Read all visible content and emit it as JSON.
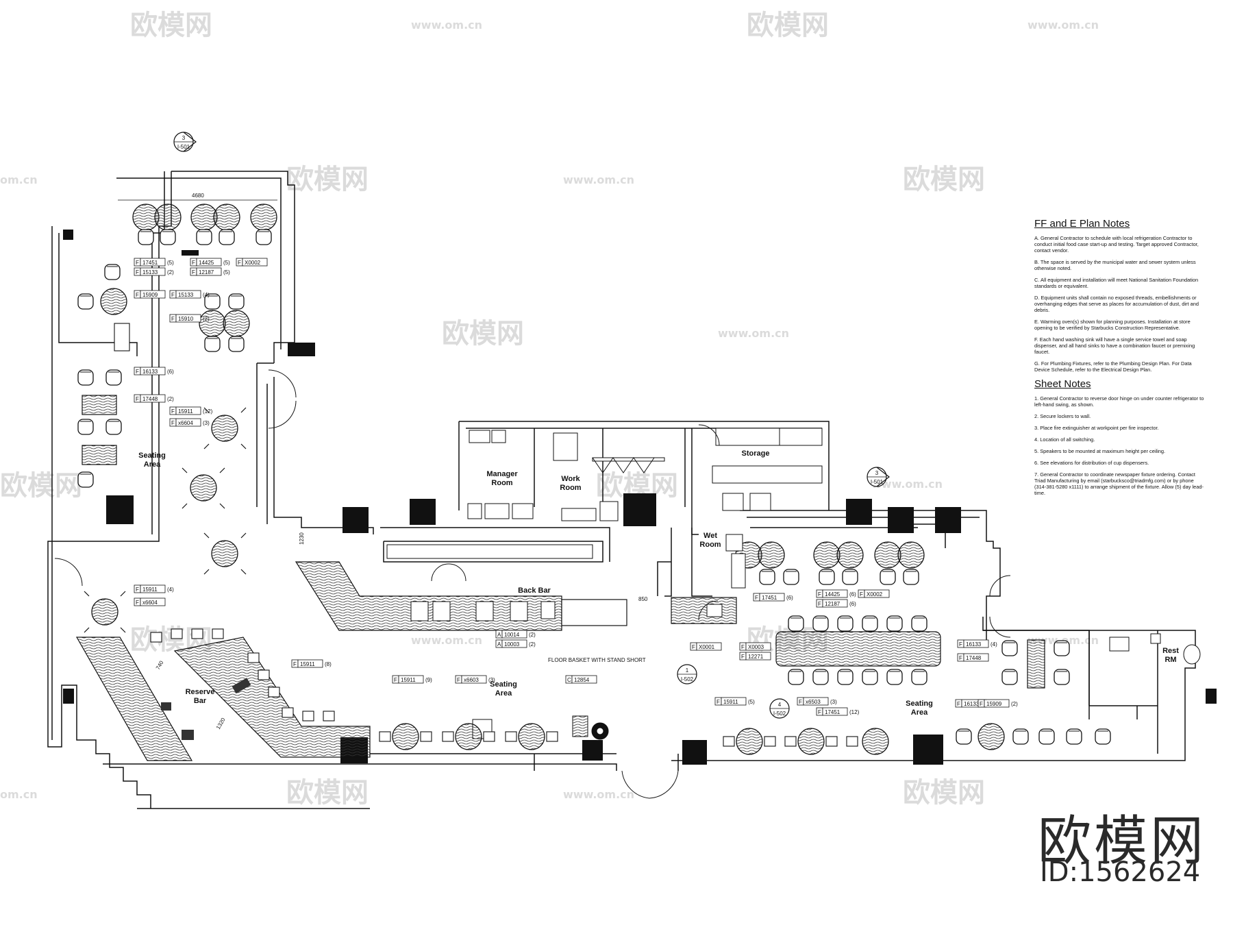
{
  "watermark": {
    "text": "欧模网",
    "url": "www.om.cn",
    "url_short": "om.cn"
  },
  "brand": {
    "name": "欧模网",
    "id": "ID:1562624"
  },
  "rooms": {
    "seating_left": [
      "Seating",
      "Area"
    ],
    "manager": [
      "Manager",
      "Room"
    ],
    "work": [
      "Work",
      "Room"
    ],
    "storage": "Storage",
    "wet": [
      "Wet",
      "Room"
    ],
    "back_bar": "Back Bar",
    "reserve_bar": [
      "Reserve",
      "Bar"
    ],
    "seating_center": [
      "Seating",
      "Area"
    ],
    "seating_right": [
      "Seating",
      "Area"
    ],
    "rest": [
      "Rest",
      "RM"
    ]
  },
  "annotations": {
    "floor_basket": "FLOOR BASKET WITH STAND SHORT"
  },
  "dimensions": {
    "top_width": "4680",
    "d1230": "1230",
    "d850": "850",
    "d740": "740",
    "d1320": "1320"
  },
  "section_markers": [
    {
      "num": "3",
      "sheet": "I-501"
    },
    {
      "num": "3",
      "sheet": "I-501"
    },
    {
      "num": "1",
      "sheet": "I-502"
    },
    {
      "num": "4",
      "sheet": "I-502"
    }
  ],
  "tags": [
    {
      "letter": "F",
      "code": "17451",
      "qty": "(5)"
    },
    {
      "letter": "F",
      "code": "15133",
      "qty": "(2)"
    },
    {
      "letter": "F",
      "code": "14425",
      "qty": "(5)"
    },
    {
      "letter": "F",
      "code": "12187",
      "qty": "(5)"
    },
    {
      "letter": "F",
      "code": "X0002",
      "qty": ""
    },
    {
      "letter": "F",
      "code": "15909",
      "qty": ""
    },
    {
      "letter": "F",
      "code": "15133",
      "qty": "(4)"
    },
    {
      "letter": "F",
      "code": "15910",
      "qty": "(2)"
    },
    {
      "letter": "F",
      "code": "16133",
      "qty": "(6)"
    },
    {
      "letter": "F",
      "code": "17448",
      "qty": "(2)"
    },
    {
      "letter": "F",
      "code": "15911",
      "qty": "(12)"
    },
    {
      "letter": "F",
      "code": "x6604",
      "qty": "(3)"
    },
    {
      "letter": "F",
      "code": "15911",
      "qty": "(4)"
    },
    {
      "letter": "F",
      "code": "x6604",
      "qty": ""
    },
    {
      "letter": "F",
      "code": "15911",
      "qty": "(8)"
    },
    {
      "letter": "A",
      "code": "10014",
      "qty": "(2)"
    },
    {
      "letter": "A",
      "code": "10003",
      "qty": "(2)"
    },
    {
      "letter": "F",
      "code": "15911",
      "qty": "(9)"
    },
    {
      "letter": "F",
      "code": "x6603",
      "qty": "(3)"
    },
    {
      "letter": "C",
      "code": "12854",
      "qty": ""
    },
    {
      "letter": "F",
      "code": "17451",
      "qty": "(6)"
    },
    {
      "letter": "F",
      "code": "14425",
      "qty": "(6)"
    },
    {
      "letter": "F",
      "code": "12187",
      "qty": "(6)"
    },
    {
      "letter": "F",
      "code": "X0002",
      "qty": ""
    },
    {
      "letter": "F",
      "code": "X0001",
      "qty": ""
    },
    {
      "letter": "F",
      "code": "X0003",
      "qty": ""
    },
    {
      "letter": "F",
      "code": "12271",
      "qty": ""
    },
    {
      "letter": "F",
      "code": "15911",
      "qty": "(5)"
    },
    {
      "letter": "F",
      "code": "x6503",
      "qty": "(3)"
    },
    {
      "letter": "F",
      "code": "17451",
      "qty": "(12)"
    },
    {
      "letter": "F",
      "code": "16133",
      "qty": "(4)"
    },
    {
      "letter": "F",
      "code": "17448",
      "qty": ""
    },
    {
      "letter": "F",
      "code": "16133",
      "qty": "(4)"
    },
    {
      "letter": "F",
      "code": "15909",
      "qty": "(2)"
    }
  ],
  "notes": {
    "ffe_title": "FF and E Plan Notes",
    "ffe": [
      "A. General Contractor to schedule with local refrigeration Contractor to conduct initial food case start-up and testing. Target approved Contractor, contact vendor.",
      "B. The space is served by the municipal water and sewer system unless otherwise noted.",
      "C. All equipment and installation will meet National Sanitation Foundation standards or equivalent.",
      "D. Equipment units shall contain no exposed threads, embellishments or overhanging edges that serve as places for accumulation of dust, dirt and debris.",
      "E. Warming oven(s) shown for planning purposes. Installation at store opening to be verified by Starbucks Construction Representative.",
      "F. Each hand washing sink will have a single service towel and soap dispenser, and all hand sinks to have a combination faucet or premixing faucet.",
      "G. For Plumbing Fixtures, refer to the Plumbing Design Plan. For Data Device Schedule, refer to the Electrical Design Plan."
    ],
    "sheet_title": "Sheet Notes",
    "sheet": [
      "1. General Contractor to reverse door hinge on under counter refrigerator to left-hand swing, as shown.",
      "2. Secure lockers to wall.",
      "3. Place fire extinguisher at workpoint per fire inspector.",
      "4. Location of all switching.",
      "5. Speakers to be mounted at maximum height per ceiling.",
      "6. See elevations for distribution of cup dispensers.",
      "7. General Contractor to coordinate newspaper fixture ordering. Contact Triad Manufacturing by email (starbucksco@triadmfg.com) or by phone (314-381-5280 x1111) to arrange shipment of the fixture. Allow (5) day lead-time."
    ]
  }
}
